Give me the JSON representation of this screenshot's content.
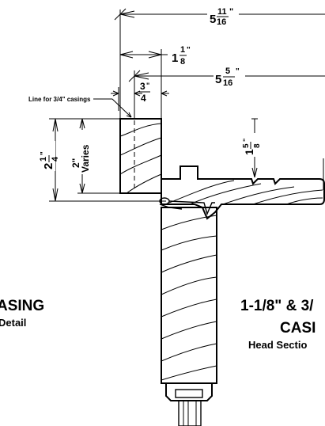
{
  "dimensions": {
    "overall_width": {
      "whole": "5",
      "num": "11",
      "den": "16",
      "unit": "\""
    },
    "reveal": {
      "whole": "1",
      "num": "1",
      "den": "8",
      "unit": "\""
    },
    "casing_offset": {
      "whole": "5",
      "num": "5",
      "den": "16",
      "unit": "\""
    },
    "casing_thickness": {
      "num": "3",
      "den": "4",
      "unit": "\""
    },
    "head_height": {
      "whole": "2",
      "num": "1",
      "den": "4",
      "unit": "\""
    },
    "varies": {
      "value": "2\"",
      "note": "Varies"
    },
    "right_height": {
      "whole": "1",
      "num": "5",
      "den": "8",
      "unit": "\""
    }
  },
  "callout_text": "Line for 3/4\" casings",
  "left_title": "ASING",
  "left_subtitle": "Detail",
  "right_title_line1": "1-1/8\" & 3/",
  "right_title_line2": "CASI",
  "right_subtitle": "Head Sectio"
}
